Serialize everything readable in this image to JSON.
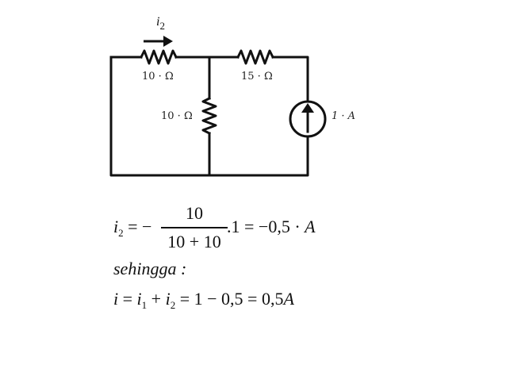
{
  "circuit": {
    "current_label": "i",
    "current_sub": "2",
    "r_top_left": "10 · Ω",
    "r_top_right": "15 · Ω",
    "r_middle": "10 · Ω",
    "source_value": "1 · A"
  },
  "equations": {
    "eq1": {
      "lhs_var": "i",
      "lhs_sub": "2",
      "eq_minus": " = −",
      "numerator": "10",
      "denominator": "10 + 10",
      "rhs": ".1 = −0,5 · ",
      "rhs_unit": "A"
    },
    "eq2": "sehingga :",
    "eq3": {
      "i": "i",
      "eq": " = ",
      "i1": "i",
      "i1_sub": "1",
      "plus": " + ",
      "i2": "i",
      "i2_sub": "2",
      "rhs": " = 1 − 0,5 = 0,5",
      "rhs_unit": "A"
    }
  }
}
